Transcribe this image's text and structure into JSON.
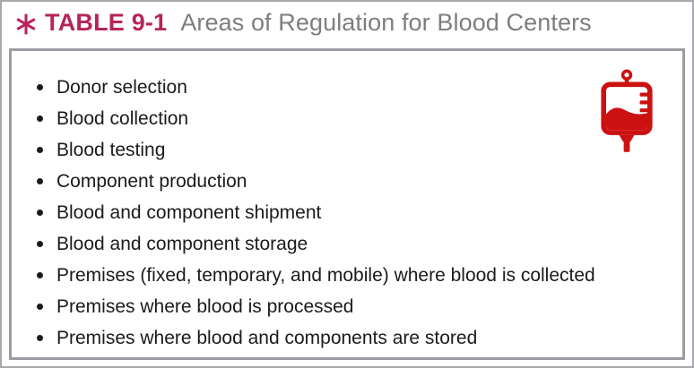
{
  "figure": {
    "type": "textbook-table-figure",
    "frame_color": "#a8a8ad",
    "inner_border_color": "#9c9ca3",
    "background": "#ffffff"
  },
  "header": {
    "marker_icon": "asterisk-icon",
    "marker_color": "#b5255a",
    "label": "TABLE 9-1",
    "label_color": "#b5255a",
    "title": "Areas of Regulation for Blood Centers",
    "title_color": "#7e7e82"
  },
  "body": {
    "icon": {
      "name": "blood-bag-icon",
      "color": "#cc1111",
      "description": "red blood collection bag with hanging loop, graduation marks and outlet spout"
    },
    "bullet_color": "#1b1b1b",
    "text_color": "#1b1b1b",
    "items": [
      "Donor selection",
      "Blood collection",
      "Blood testing",
      "Component production",
      "Blood and component shipment",
      "Blood and component storage",
      "Premises (fixed, temporary, and mobile) where blood is collected",
      "Premises where blood is processed",
      "Premises where blood and components are stored"
    ]
  }
}
